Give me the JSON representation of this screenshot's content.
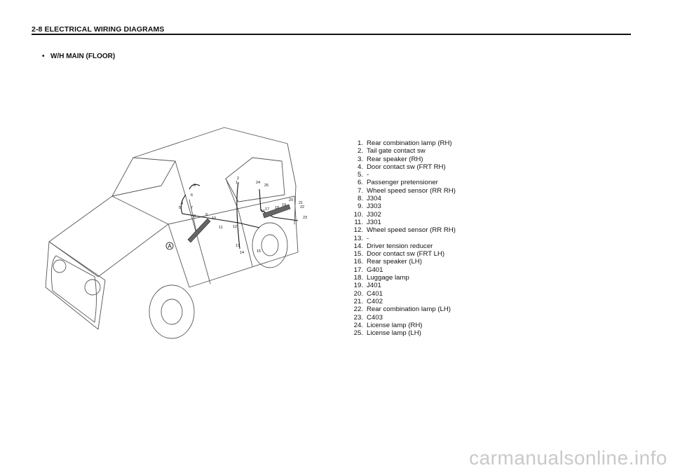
{
  "header": {
    "title": "2-8  ELECTRICAL WIRING DIAGRAMS"
  },
  "section": {
    "bullet": "•",
    "title": "W/H  MAIN  (FLOOR)"
  },
  "diagram": {
    "callout_letter": "A",
    "callout_numbers": [
      "1",
      "2",
      "3",
      "4",
      "5",
      "6",
      "7",
      "8",
      "9",
      "10",
      "11",
      "12",
      "13",
      "14",
      "15",
      "16",
      "17",
      "18",
      "19",
      "20",
      "21",
      "22",
      "23",
      "24",
      "25"
    ]
  },
  "legend": [
    {
      "num": "1.",
      "label": "Rear  combination  lamp  (RH)"
    },
    {
      "num": "2.",
      "label": "Tail  gate  contact  sw"
    },
    {
      "num": "3.",
      "label": "Rear  speaker  (RH)"
    },
    {
      "num": "4.",
      "label": "Door  contact  sw  (FRT  RH)"
    },
    {
      "num": "5.",
      "label": "-"
    },
    {
      "num": "6.",
      "label": "Passenger  pretensioner"
    },
    {
      "num": "7.",
      "label": "Wheel  speed  sensor  (RR  RH)"
    },
    {
      "num": "8.",
      "label": "J304"
    },
    {
      "num": "9.",
      "label": "J303"
    },
    {
      "num": "10.",
      "label": "J302"
    },
    {
      "num": "11.",
      "label": "J301"
    },
    {
      "num": "12.",
      "label": "Wheel  speed  sensor  (RR  RH)"
    },
    {
      "num": "13.",
      "label": "-"
    },
    {
      "num": "14.",
      "label": "Driver  tension  reducer"
    },
    {
      "num": "15.",
      "label": "Door  contact  sw  (FRT  LH)"
    },
    {
      "num": "16.",
      "label": "Rear  speaker  (LH)"
    },
    {
      "num": "17.",
      "label": "G401"
    },
    {
      "num": "18.",
      "label": "Luggage  lamp"
    },
    {
      "num": "19.",
      "label": "J401"
    },
    {
      "num": "20.",
      "label": "C401"
    },
    {
      "num": "21.",
      "label": "C402"
    },
    {
      "num": "22.",
      "label": "Rear  combination  lamp  (LH)"
    },
    {
      "num": "23.",
      "label": "C403"
    },
    {
      "num": "24.",
      "label": "License  lamp  (RH)"
    },
    {
      "num": "25.",
      "label": "License  lamp  (LH)"
    }
  ],
  "watermark": "carmanualsonline.info"
}
